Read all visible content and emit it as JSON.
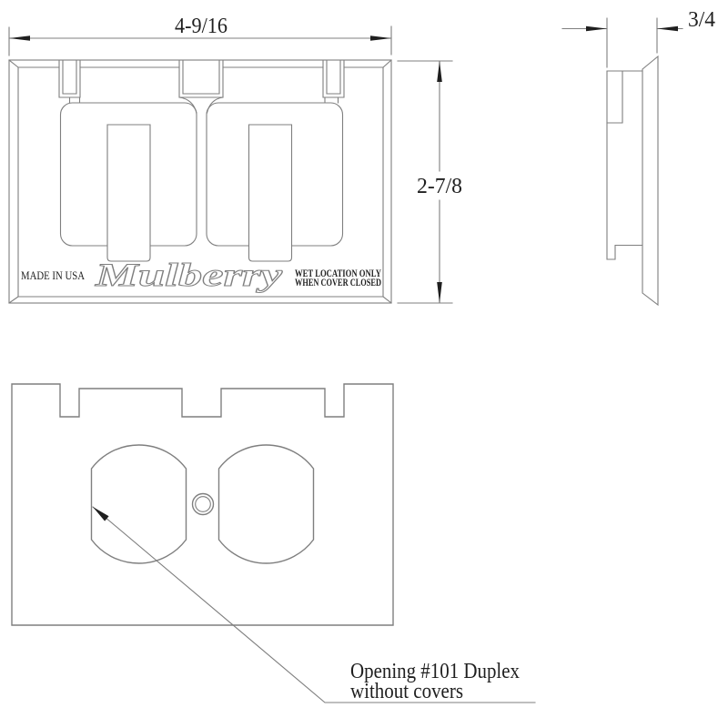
{
  "colors": {
    "line": "#7f7f7f",
    "text": "#1f1f1f",
    "background": "#ffffff"
  },
  "front_view": {
    "made_in": "MADE IN USA",
    "brand": "Mulberry",
    "warning_line1": "WET LOCATION ONLY",
    "warning_line2": "WHEN COVER CLOSED"
  },
  "dimensions": {
    "width_label": "4-9/16",
    "height_label": "2-7/8",
    "depth_label": "3/4"
  },
  "annotation": {
    "line1": "Opening #101 Duplex",
    "line2": "without covers"
  }
}
